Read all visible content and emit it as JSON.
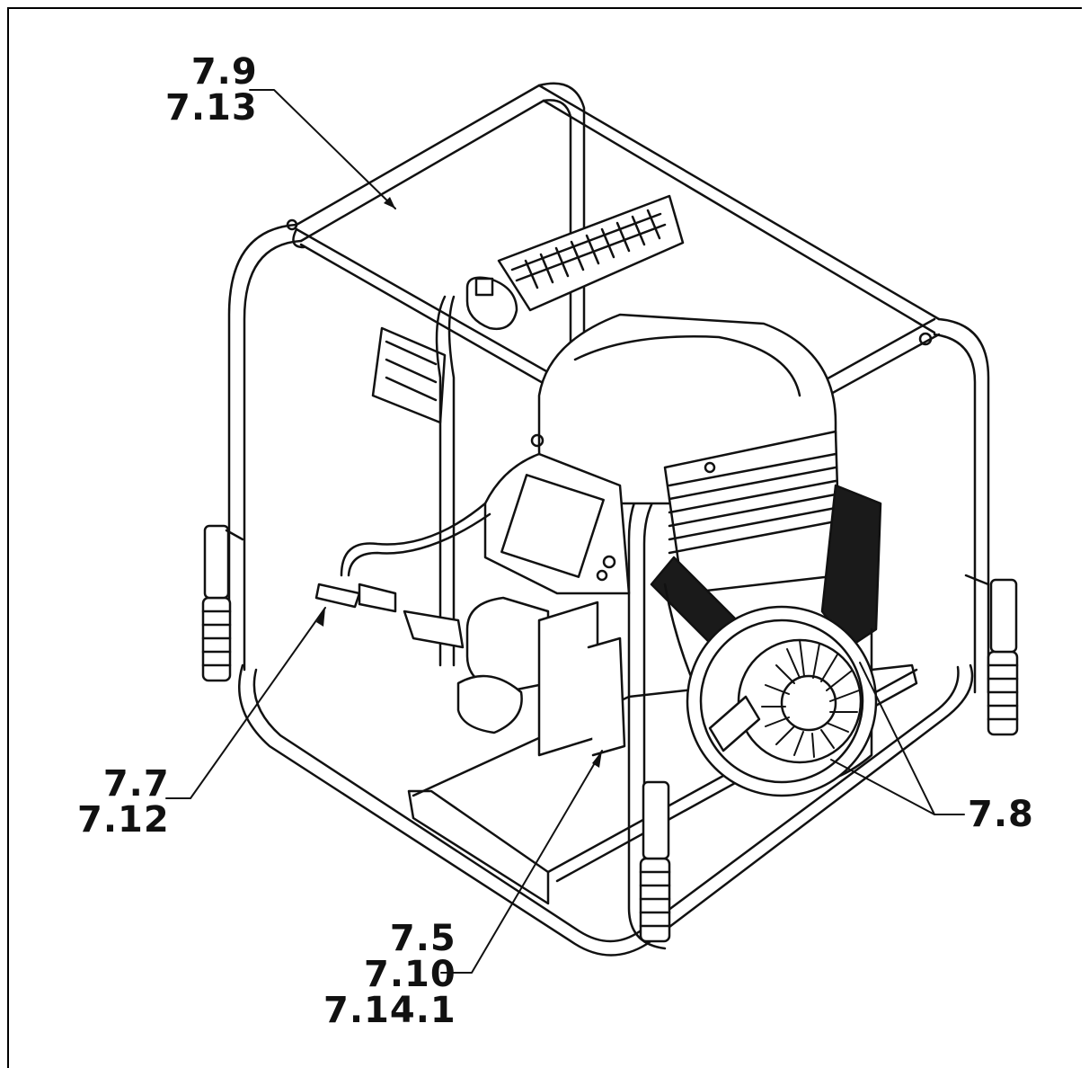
{
  "callouts": {
    "top_left": [
      "7.9",
      "7.13"
    ],
    "left": [
      "7.7",
      "7.12"
    ],
    "right": [
      "7.8"
    ],
    "bottom": [
      "7.5",
      "7.10",
      "7.14.1"
    ]
  },
  "colors": {
    "line": "#111111",
    "paper": "#ffffff",
    "dark_fill": "#1a1a1a"
  }
}
